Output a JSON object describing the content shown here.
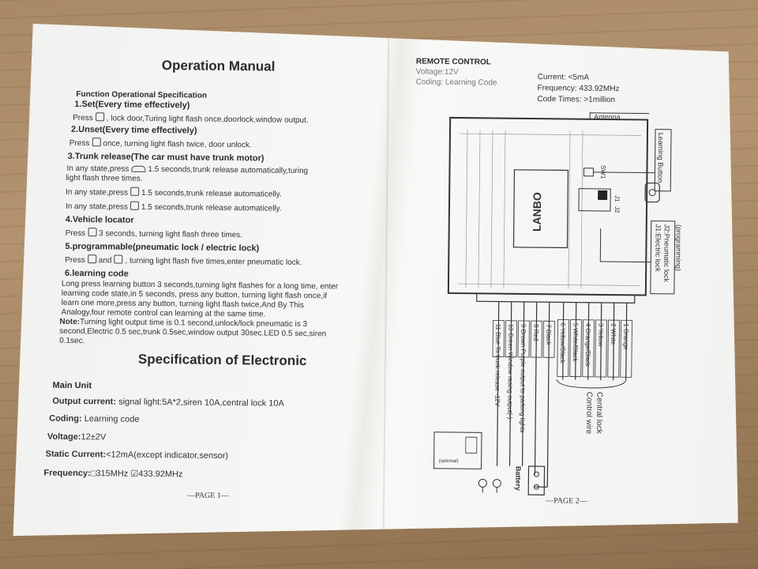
{
  "left": {
    "title": "Operation Manual",
    "func_heading": "Function Operational Specification",
    "items": [
      {
        "heading": "1.Set(Every time effectively)",
        "lines": [
          [
            "Press",
            ", lock door,Turing light flash once,doorlock,window output."
          ]
        ]
      },
      {
        "heading": "2.Unset(Every time effectively)",
        "lines": [
          [
            "Press",
            "once, turning light flash twice, door unlock."
          ]
        ]
      },
      {
        "heading": "3.Trunk release(The car must have trunk motor)",
        "lines": [
          [
            "In any state,press",
            "1.5 seconds,trunk release automatically,turing"
          ],
          [
            "light flash three times.",
            ""
          ],
          [
            "In any state,press",
            "1.5 seconds,trunk release automaticelly."
          ],
          [
            "In any state,press",
            "1.5 seconds,trunk release automaticelly."
          ]
        ]
      },
      {
        "heading": "4.Vehicle locator",
        "lines": [
          [
            "Press",
            "3 seconds, turning light flash three times."
          ]
        ]
      },
      {
        "heading": "5.programmable(pneumatic lock / electric lock)",
        "lines": [
          [
            "Press",
            "and",
            ", turning light flash five times,enter pneumatic lock."
          ]
        ]
      },
      {
        "heading": "6.learning code",
        "lines": []
      }
    ],
    "learning_para": [
      "Long press learning button 3 seconds,turning light flashes for a long time, enter",
      "learning code state,in  5  seconds, press any button, turning light flash once,if",
      "learn one more,press any button, turning light flash twice,And By This",
      "Analogy,four remote control can learning at the same time."
    ],
    "note_label": "Note:",
    "note_lines": [
      "Turning light output time is 0.1 second,unlock/lock pneumatic is 3",
      "second,Electric 0.5 sec,trunk 0.5sec,window output 30sec.LED 0.5 sec,siren",
      "0.1sec."
    ],
    "spec_title": "Specification of Electronic",
    "main_unit": "Main Unit",
    "specs": [
      {
        "label": "Output current:",
        "value": " signal light:5A*2,siren 10A,central lock 10A"
      },
      {
        "label": "Coding:",
        "value": " Learning code"
      },
      {
        "label": "Voltage:",
        "value": "12±2V"
      },
      {
        "label": "Static Current:",
        "value": "<12mA(except indicator,sensor)"
      },
      {
        "label": "Frequency:",
        "value": "□315MHz ☑433.92MHz"
      }
    ],
    "page": "—PAGE 1—"
  },
  "right": {
    "remote_title": "REMOTE CONTROL",
    "voltage": "Voltage:12V",
    "coding": "Coding: Learning Code",
    "current": "Current:  <5mA",
    "frequency": "Frequency: 433.92MHz",
    "code_times": "Code Times: >1million",
    "antenna": "Antenna",
    "learning_button": "Learning Button",
    "sw1": "SW1",
    "brand": "LANBO",
    "j1": "J1",
    "j2": "J2",
    "programming": "(programming)",
    "j1_label": "J1:Electric lock",
    "j2_label": "J2:Pneumatic lock",
    "wires_right": [
      {
        "num": "1",
        "label": "Orange"
      },
      {
        "num": "2",
        "label": "White"
      },
      {
        "num": "3",
        "label": "Yellow"
      },
      {
        "num": "4",
        "label": "Orange/Black"
      },
      {
        "num": "5",
        "label": "White/Black"
      },
      {
        "num": "6",
        "label": "Yellow/Black"
      }
    ],
    "wires_left": [
      {
        "num": "7",
        "label": "Black"
      },
      {
        "num": "8",
        "label": "Red"
      },
      {
        "num": "9",
        "label": "Brown",
        "desc": "Purple output to parking lights"
      },
      {
        "num": "10",
        "label": "Green",
        "desc": "Window rasing output(-)"
      },
      {
        "num": "11",
        "label": "Blue",
        "desc": "To trunk release -12V"
      }
    ],
    "central_lock": "Central lock",
    "control_wire": "Control wire",
    "battery": "Battery",
    "relay_note": "(optional)",
    "page": "—PAGE 2—"
  }
}
